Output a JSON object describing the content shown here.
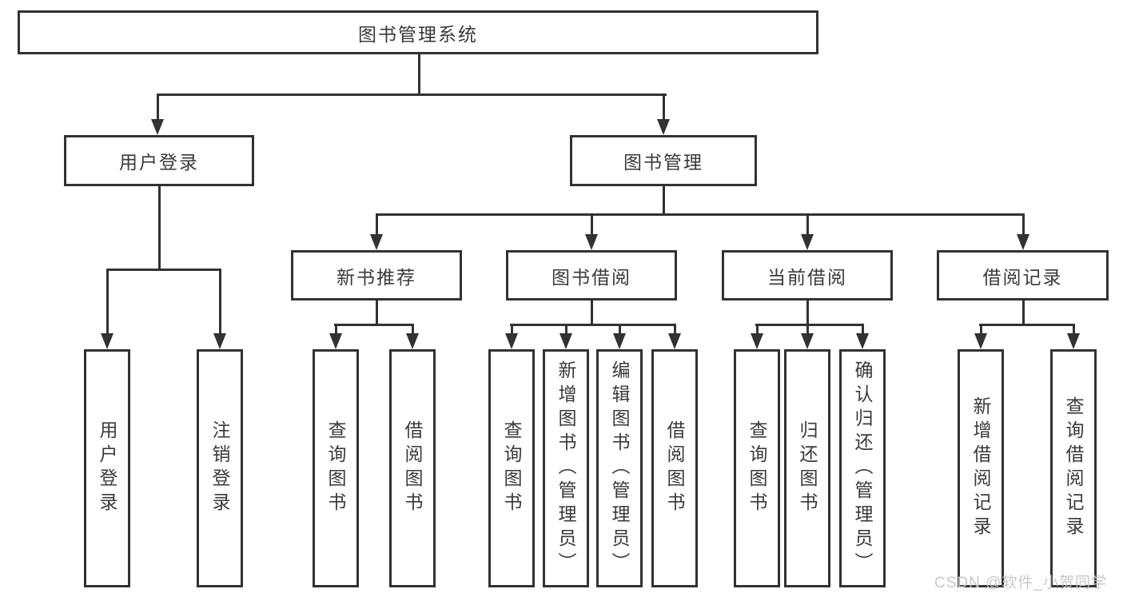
{
  "colors": {
    "line": "#323232",
    "box_border": "#323232",
    "text": "#3a3a3a",
    "watermark": "#c7c7c7",
    "background": "#ffffff"
  },
  "watermark": {
    "text": "CSDN @软件_小贺同学"
  },
  "tree": {
    "root": {
      "label": "图书管理系统"
    },
    "branches": [
      {
        "label": "用户登录",
        "children": [
          {
            "label": "用户登录"
          },
          {
            "label": "注销登录"
          }
        ]
      },
      {
        "label": "图书管理",
        "children": [
          {
            "label": "新书推荐",
            "children": [
              {
                "label": "查询图书"
              },
              {
                "label": "借阅图书"
              }
            ]
          },
          {
            "label": "图书借阅",
            "children": [
              {
                "label": "查询图书"
              },
              {
                "label": "新增图书（管理员）"
              },
              {
                "label": "编辑图书（管理员）"
              },
              {
                "label": "借阅图书"
              }
            ]
          },
          {
            "label": "当前借阅",
            "children": [
              {
                "label": "查询图书"
              },
              {
                "label": "归还图书"
              },
              {
                "label": "确认归还（管理员）"
              }
            ]
          },
          {
            "label": "借阅记录",
            "children": [
              {
                "label": "新增借阅记录"
              },
              {
                "label": "查询借阅记录"
              }
            ]
          }
        ]
      }
    ]
  }
}
